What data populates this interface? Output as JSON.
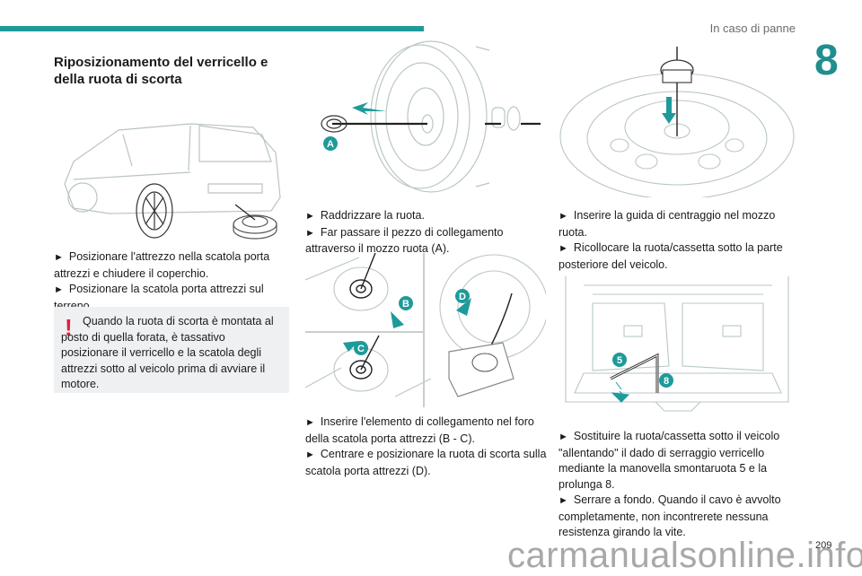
{
  "header": {
    "section_title": "In caso di panne",
    "chapter_number": "8",
    "accent_color": "#1f9a9a"
  },
  "column1": {
    "heading": "Riposizionamento del verricello e della ruota di scorta",
    "steps": [
      "Posizionare l'attrezzo nella scatola porta attrezzi e chiudere il coperchio.",
      "Posizionare la scatola porta attrezzi sul terreno."
    ],
    "warning": {
      "icon": "exclamation-icon",
      "text": "Quando la ruota di scorta è montata al posto di quella forata, è tassativo posizionare il verricello e la scatola degli attrezzi sotto al veicolo prima di avviare il motore.",
      "color": "#e01e3c"
    }
  },
  "column2": {
    "figure1_labels": [
      "A"
    ],
    "steps_a": [
      "Raddrizzare la ruota.",
      "Far passare il pezzo di collegamento attraverso il mozzo ruota (A)."
    ],
    "figure2_labels": [
      "B",
      "C",
      "D"
    ],
    "steps_b": [
      "Inserire l'elemento di collegamento nel foro della scatola porta attrezzi (B - C).",
      "Centrare e posizionare la ruota di scorta sulla scatola porta attrezzi (D)."
    ]
  },
  "column3": {
    "steps_a": [
      "Inserire la guida di centraggio nel mozzo ruota.",
      "Ricollocare la ruota/cassetta sotto la parte posteriore del veicolo."
    ],
    "figure_labels": [
      "5",
      "8"
    ],
    "steps_b": [
      "Sostituire la ruota/cassetta sotto il veicolo \"allentando\" il dado di serraggio verricello mediante la manovella smontaruota 5 e la prolunga 8.",
      "Serrare a fondo. Quando il cavo è avvolto completamente, non incontrerete nessuna resistenza girando la vite."
    ]
  },
  "footer": {
    "page_number": "209",
    "watermark": "carmanualsonline.info"
  }
}
